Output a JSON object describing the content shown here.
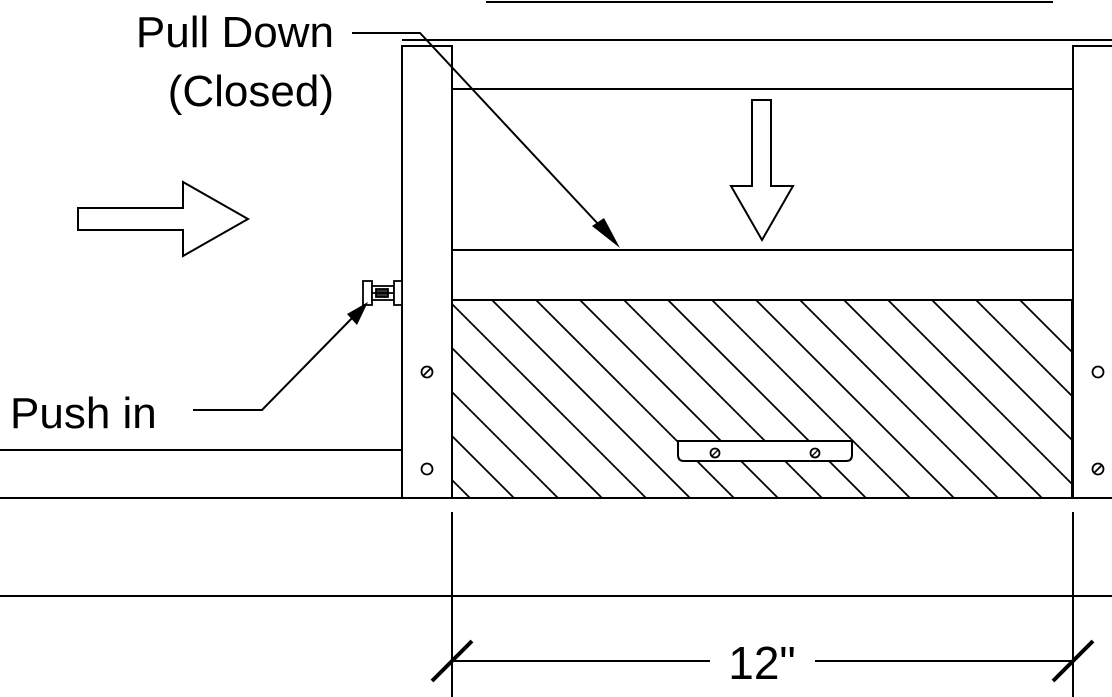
{
  "labels": {
    "pull_down_line1": "Pull Down",
    "pull_down_line2": "(Closed)",
    "push_in": "Push in",
    "dimension": "12\""
  },
  "colors": {
    "stroke": "#000000",
    "background": "#ffffff"
  }
}
